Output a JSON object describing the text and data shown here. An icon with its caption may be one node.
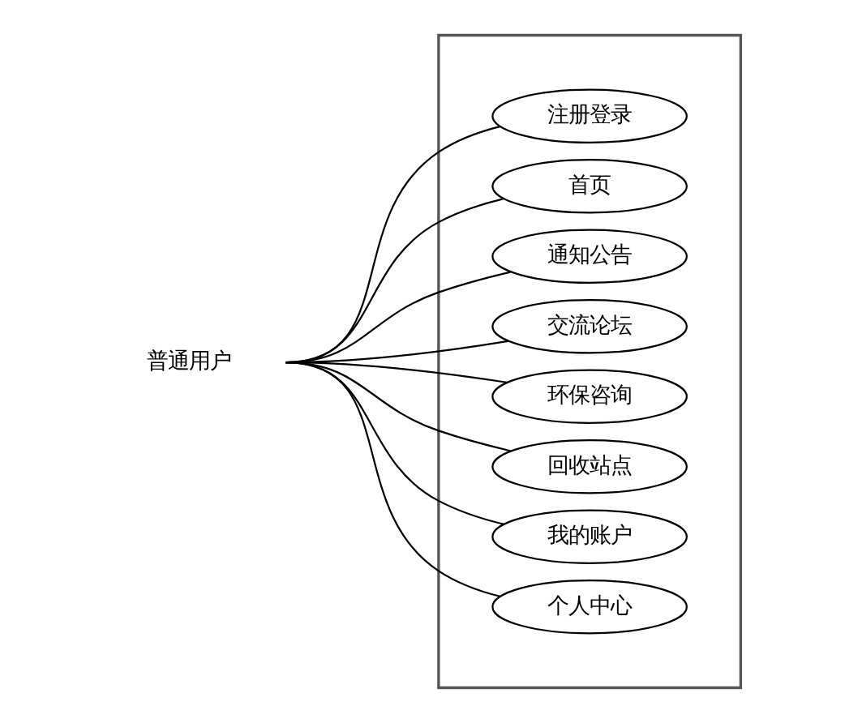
{
  "diagram": {
    "nodes": [
      {
        "text": [
          "普通用户"
        ]
      },
      {
        "text": [],
        "shape": "box"
      },
      {
        "text": [
          "注册登录"
        ],
        "in": 1
      },
      {
        "text": [
          "首页"
        ],
        "in": 1
      },
      {
        "text": [
          "通知公告"
        ],
        "in": 1
      },
      {
        "text": [
          "交流论坛"
        ],
        "in": 1
      },
      {
        "text": [
          "环保咨询"
        ],
        "in": 1
      },
      {
        "text": [
          "回收站点"
        ],
        "in": 1
      },
      {
        "text": [
          "我的账户"
        ],
        "in": 1
      },
      {
        "text": [
          "个人中心"
        ],
        "in": 1
      }
    ],
    "edges": [
      {
        "from": 0,
        "to": 2,
        "arrow": "none"
      },
      {
        "from": 0,
        "to": 3,
        "arrow": "none"
      },
      {
        "from": 0,
        "to": 4,
        "arrow": "none"
      },
      {
        "from": 0,
        "to": 5,
        "arrow": "none"
      },
      {
        "from": 0,
        "to": 6,
        "arrow": "none"
      },
      {
        "from": 0,
        "to": 7,
        "arrow": "none"
      },
      {
        "from": 0,
        "to": 8,
        "arrow": "none"
      },
      {
        "from": 0,
        "to": 9,
        "arrow": "none"
      }
    ]
  }
}
